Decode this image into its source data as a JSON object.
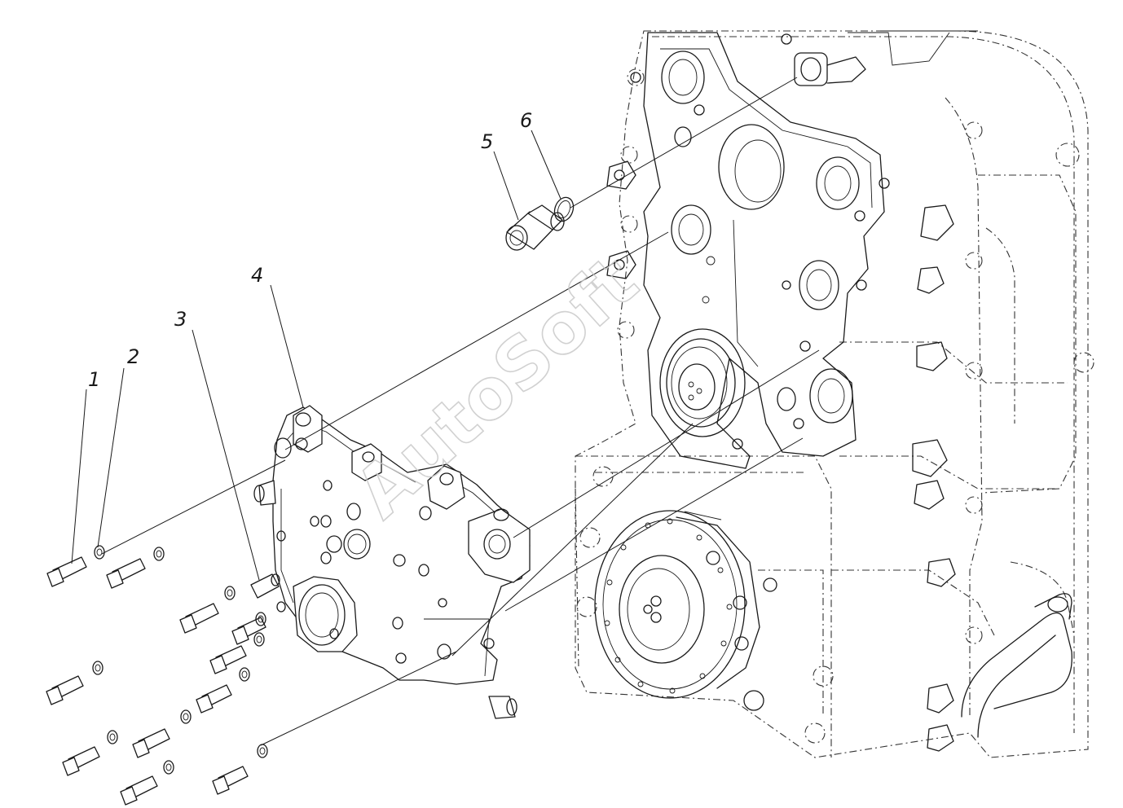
{
  "callouts": [
    {
      "id": "1",
      "label": "1"
    },
    {
      "id": "2",
      "label": "2"
    },
    {
      "id": "3",
      "label": "3"
    },
    {
      "id": "4",
      "label": "4"
    },
    {
      "id": "5",
      "label": "5"
    },
    {
      "id": "6",
      "label": "6"
    }
  ],
  "watermark": {
    "text": "AutoSoft"
  }
}
